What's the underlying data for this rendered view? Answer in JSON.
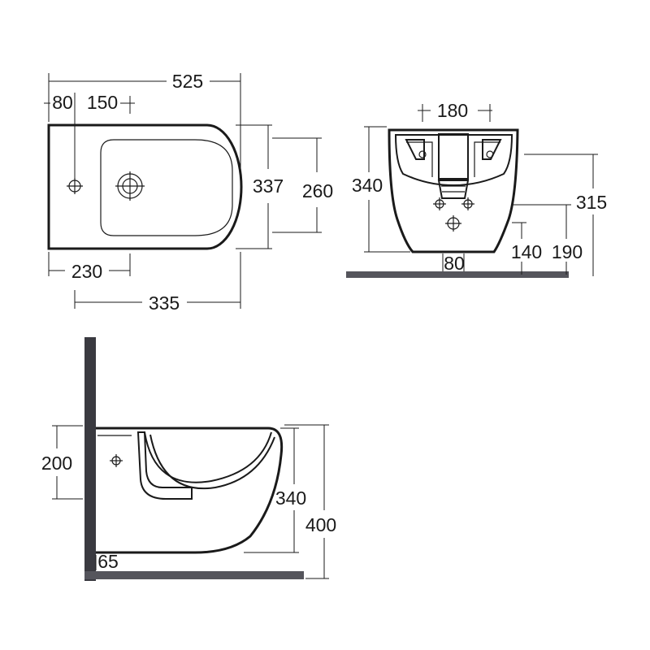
{
  "top_view": {
    "total_width": "525",
    "offset_left": "80",
    "hole_to_bowl": "150",
    "depth_total": "337",
    "bowl_depth": "260",
    "hole_offset": "230",
    "bowl_to_edge": "335"
  },
  "front_view": {
    "bracket_spacing": "180",
    "height": "340",
    "fixing_height": "315",
    "waste_height": "140",
    "supply_height": "190",
    "waste_width": "80"
  },
  "side_view": {
    "tap_height": "200",
    "bowl_height": "340",
    "total_height": "400",
    "wall_gap": "65"
  }
}
